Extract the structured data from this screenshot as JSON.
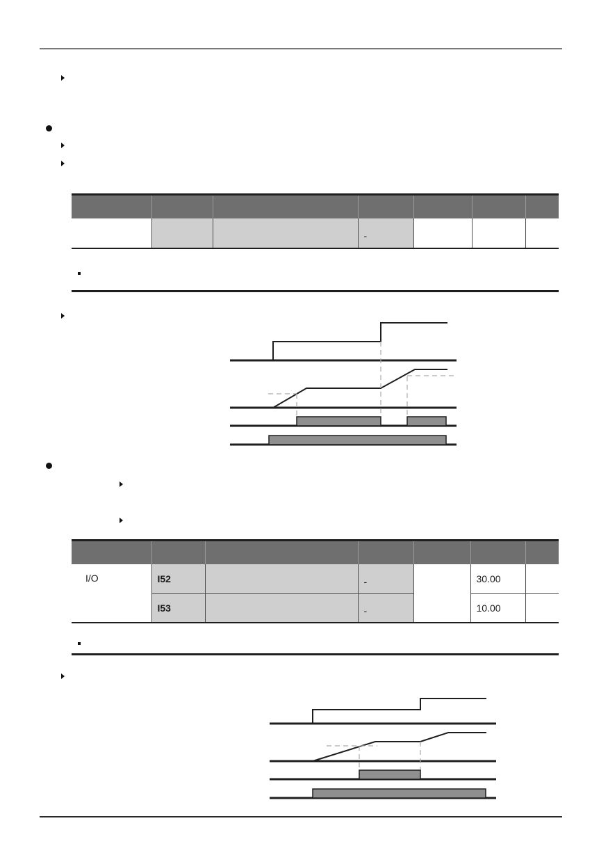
{
  "table1": {
    "cells": [
      "-"
    ]
  },
  "table2": {
    "group_label": "I/O",
    "rows": [
      {
        "code": "I52",
        "unit": "-",
        "value": "30.00"
      },
      {
        "code": "I53",
        "unit": "-",
        "value": "10.00"
      }
    ]
  }
}
